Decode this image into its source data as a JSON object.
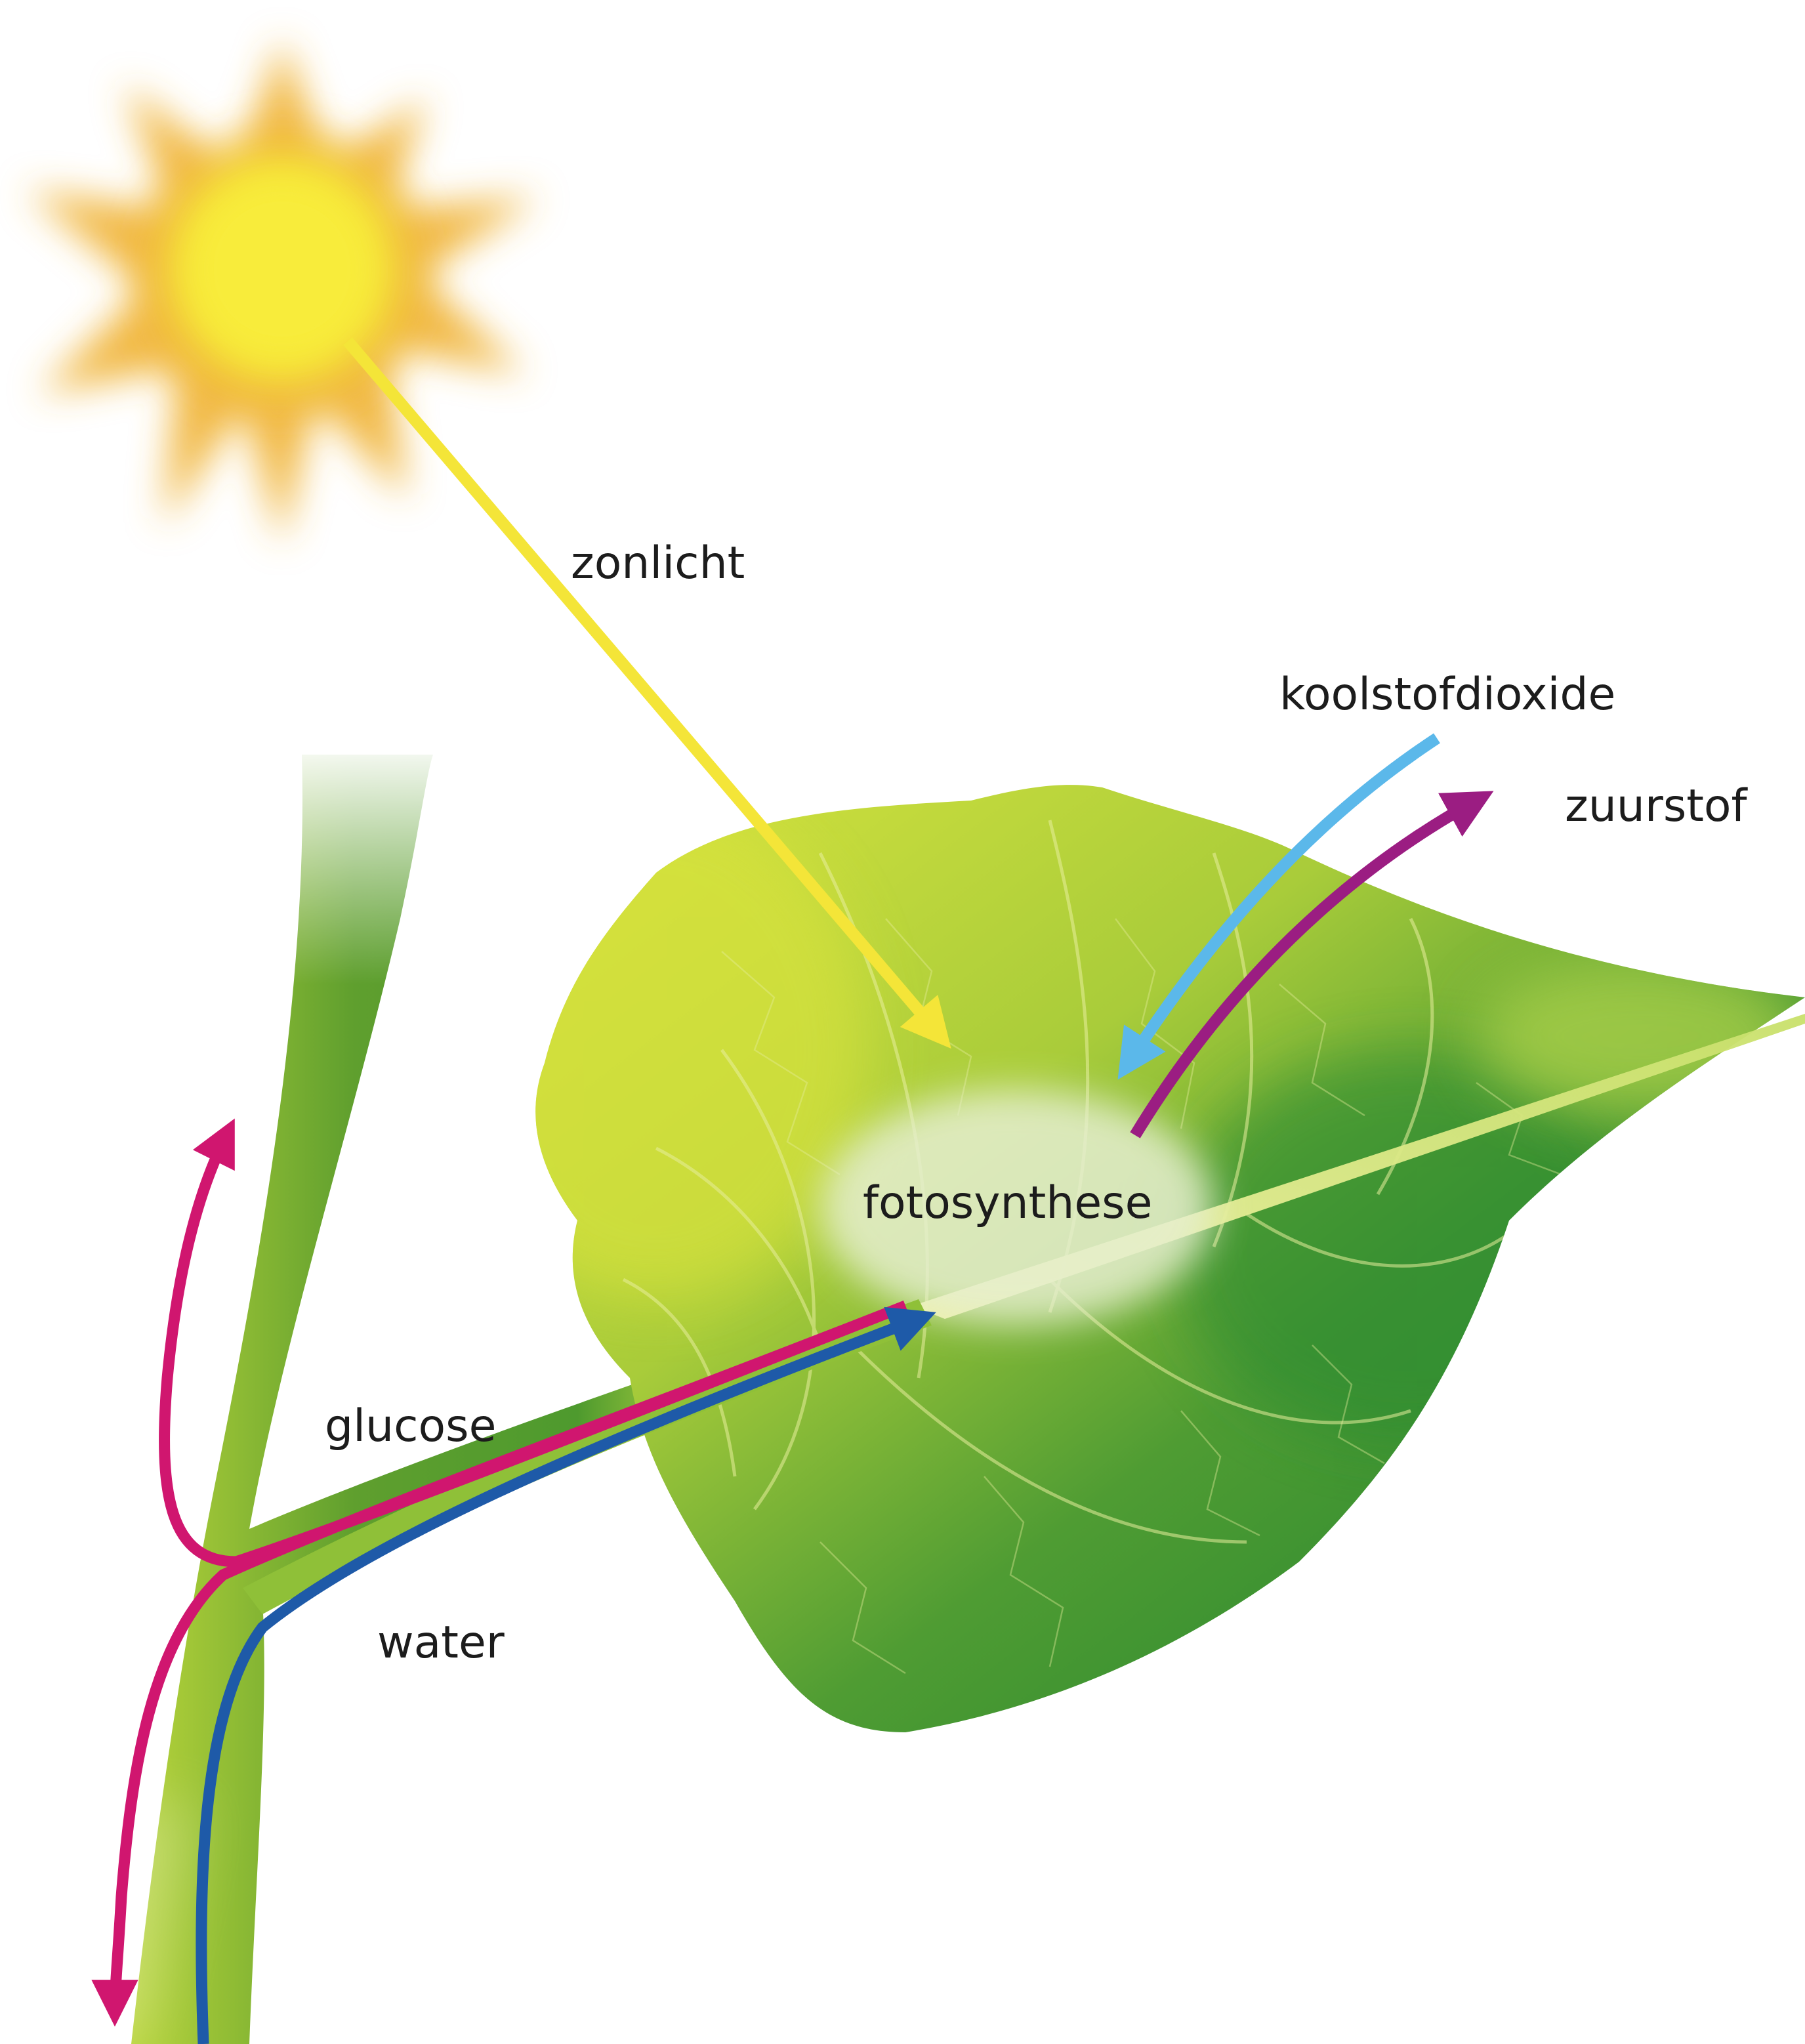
{
  "labels": {
    "sunlight": "zonlicht",
    "carbon_dioxide": "koolstofdioxide",
    "oxygen": "zuurstof",
    "photosynthesis": "fotosynthese",
    "glucose": "glucose",
    "water": "water"
  },
  "colors": {
    "sunlight_arrow": "#f4e538",
    "carbon_dioxide_arrow": "#5bb8ea",
    "oxygen_arrow": "#9b1d82",
    "glucose_arrow": "#d0166f",
    "water_arrow": "#1e5aa8",
    "leaf_light": "#cfe03a",
    "leaf_dark": "#2e8a2c",
    "stem": "#6aa82e",
    "sun_core": "#f7e93a",
    "sun_rays": "#f0b43a"
  }
}
